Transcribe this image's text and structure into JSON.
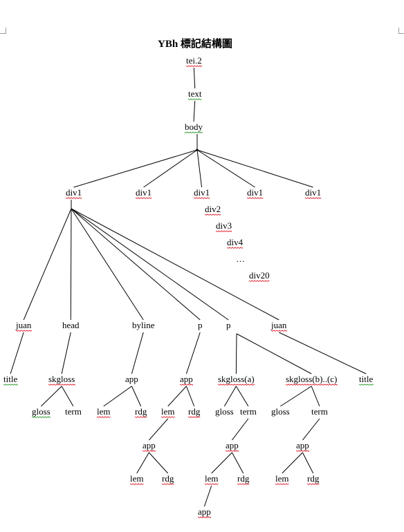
{
  "title": "YBh 標記結構圖",
  "colors": {
    "spell_underline": "#e0202c",
    "grammar_underline": "#2e9a2e"
  },
  "ellipsis": "…",
  "nodes": [
    {
      "id": "tei2",
      "label": "tei.2",
      "underline": "red"
    },
    {
      "id": "text",
      "label": "text",
      "underline": "green"
    },
    {
      "id": "body",
      "label": "body",
      "underline": "green"
    },
    {
      "id": "div1a",
      "label": "div1",
      "underline": "red"
    },
    {
      "id": "div1b",
      "label": "div1",
      "underline": "red"
    },
    {
      "id": "div1c",
      "label": "div1",
      "underline": "red"
    },
    {
      "id": "div1d",
      "label": "div1",
      "underline": "red"
    },
    {
      "id": "div1e",
      "label": "div1",
      "underline": "red"
    },
    {
      "id": "div2",
      "label": "div2",
      "underline": "red"
    },
    {
      "id": "div3",
      "label": "div3",
      "underline": "red"
    },
    {
      "id": "div4",
      "label": "div4",
      "underline": "red"
    },
    {
      "id": "div20",
      "label": "div20",
      "underline": "red"
    },
    {
      "id": "juan1",
      "label": "juan",
      "underline": "red"
    },
    {
      "id": "head",
      "label": "head",
      "underline": "none"
    },
    {
      "id": "byline",
      "label": "byline",
      "underline": "none"
    },
    {
      "id": "p1",
      "label": "p",
      "underline": "none"
    },
    {
      "id": "p2",
      "label": "p",
      "underline": "none"
    },
    {
      "id": "juan2",
      "label": "juan",
      "underline": "red"
    },
    {
      "id": "title1",
      "label": "title",
      "underline": "green"
    },
    {
      "id": "skgloss",
      "label": "skgloss",
      "underline": "red"
    },
    {
      "id": "app1",
      "label": "app",
      "underline": "none"
    },
    {
      "id": "app2",
      "label": "app",
      "underline": "red"
    },
    {
      "id": "skglossA",
      "label": "skgloss(a)",
      "underline": "red"
    },
    {
      "id": "skglossB",
      "label": "skgloss(b)..(c)",
      "underline": "red"
    },
    {
      "id": "title2",
      "label": "title",
      "underline": "green"
    },
    {
      "id": "gloss1",
      "label": "gloss",
      "underline": "green"
    },
    {
      "id": "term1",
      "label": "term",
      "underline": "none"
    },
    {
      "id": "lem1",
      "label": "lem",
      "underline": "red"
    },
    {
      "id": "rdg1",
      "label": "rdg",
      "underline": "red"
    },
    {
      "id": "lem2",
      "label": "lem",
      "underline": "red"
    },
    {
      "id": "rdg2",
      "label": "rdg",
      "underline": "red"
    },
    {
      "id": "gloss2",
      "label": "gloss",
      "underline": "none"
    },
    {
      "id": "term2",
      "label": "term",
      "underline": "none"
    },
    {
      "id": "gloss3",
      "label": "gloss",
      "underline": "none"
    },
    {
      "id": "term3",
      "label": "term",
      "underline": "none"
    },
    {
      "id": "app3",
      "label": "app",
      "underline": "red"
    },
    {
      "id": "app4",
      "label": "app",
      "underline": "red"
    },
    {
      "id": "app5",
      "label": "app",
      "underline": "red"
    },
    {
      "id": "lem3",
      "label": "lem",
      "underline": "red"
    },
    {
      "id": "rdg3",
      "label": "rdg",
      "underline": "red"
    },
    {
      "id": "lem4",
      "label": "lem",
      "underline": "red"
    },
    {
      "id": "rdg4",
      "label": "rdg",
      "underline": "red"
    },
    {
      "id": "lem5",
      "label": "lem",
      "underline": "red"
    },
    {
      "id": "rdg5",
      "label": "rdg",
      "underline": "red"
    },
    {
      "id": "app6",
      "label": "app",
      "underline": "red"
    }
  ],
  "edges": [
    [
      "tei2",
      "text"
    ],
    [
      "text",
      "body"
    ],
    [
      "body",
      "div1a"
    ],
    [
      "body",
      "div1b"
    ],
    [
      "body",
      "div1c"
    ],
    [
      "body",
      "div1d"
    ],
    [
      "body",
      "div1e"
    ],
    [
      "div1a",
      "juan1"
    ],
    [
      "div1a",
      "head"
    ],
    [
      "div1a",
      "byline"
    ],
    [
      "div1a",
      "p1"
    ],
    [
      "div1a",
      "p2"
    ],
    [
      "div1a",
      "juan2"
    ],
    [
      "juan1",
      "title1"
    ],
    [
      "head",
      "skgloss"
    ],
    [
      "byline",
      "app1"
    ],
    [
      "p1",
      "app2"
    ],
    [
      "p2",
      "skglossA"
    ],
    [
      "p2",
      "skglossB"
    ],
    [
      "juan2",
      "title2"
    ],
    [
      "skgloss",
      "gloss1"
    ],
    [
      "skgloss",
      "term1"
    ],
    [
      "app1",
      "lem1"
    ],
    [
      "app1",
      "rdg1"
    ],
    [
      "app2",
      "lem2"
    ],
    [
      "app2",
      "rdg2"
    ],
    [
      "skglossA",
      "gloss2"
    ],
    [
      "skglossA",
      "term2"
    ],
    [
      "skglossB",
      "gloss3"
    ],
    [
      "skglossB",
      "term3"
    ],
    [
      "lem2",
      "app3"
    ],
    [
      "term2",
      "app4"
    ],
    [
      "term3",
      "app5"
    ],
    [
      "app3",
      "lem3"
    ],
    [
      "app3",
      "rdg3"
    ],
    [
      "app4",
      "lem4"
    ],
    [
      "app4",
      "rdg4"
    ],
    [
      "app5",
      "lem5"
    ],
    [
      "app5",
      "rdg5"
    ],
    [
      "lem4",
      "app6"
    ]
  ]
}
